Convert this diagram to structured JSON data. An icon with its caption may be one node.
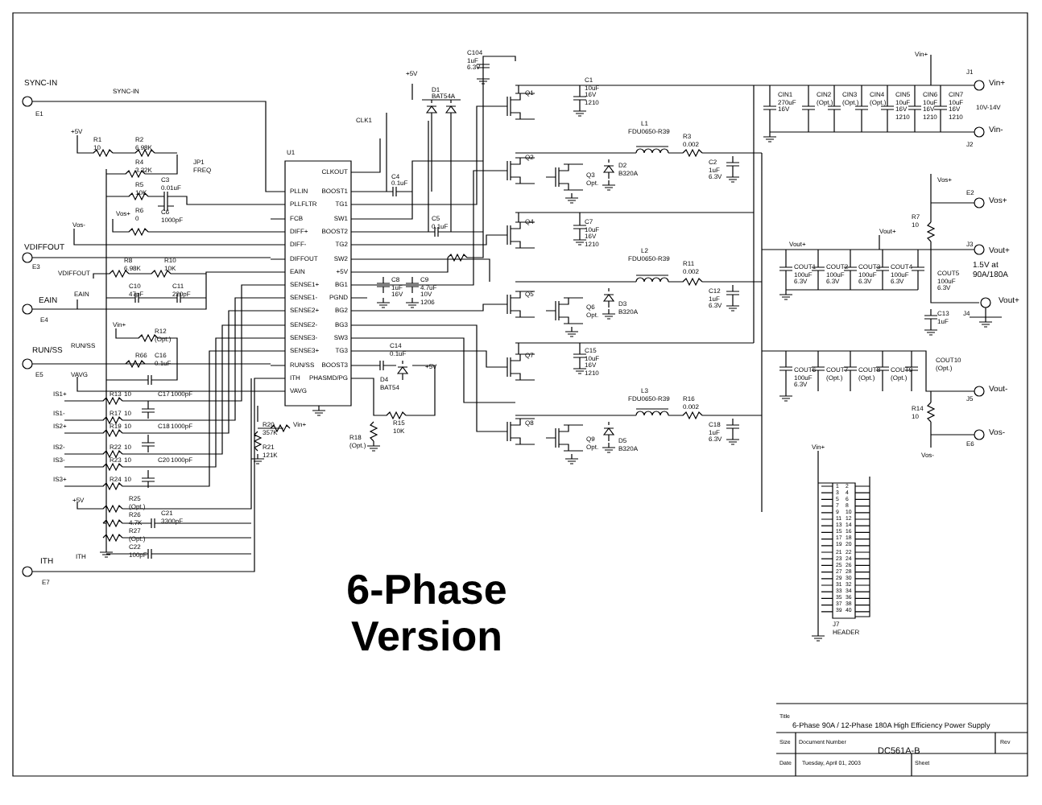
{
  "diagram": {
    "labels": [
      "SYNC-IN",
      "E1",
      "SYNC-IN",
      "+5V",
      "R1",
      "10",
      "R2",
      "6.98K",
      "R4",
      "3.32K",
      "JP1",
      "FREQ",
      "R5",
      "10K",
      "C3",
      "0.01uF",
      "C6",
      "1000pF",
      "R6",
      "0",
      "Vos+",
      "Vos-",
      "VDIFFOUT",
      "E3",
      "VDIFFOUT",
      "R8",
      "6.98K",
      "R10",
      "10K",
      "C10",
      "47pF",
      "C11",
      "220pF",
      "EAIN",
      "E4",
      "EAIN",
      "Vin+",
      "R12",
      "(Opt.)",
      "RUN/SS",
      "E5",
      "RUN/SS",
      "R66",
      "C16",
      "0.1uF",
      "VAVG",
      "IS1+",
      "R13",
      "10",
      "C17",
      "1000pF",
      "IS1-",
      "R17",
      "10",
      "IS2+",
      "R19",
      "10",
      "C18",
      "1000pF",
      "IS2-",
      "R22",
      "10",
      "IS3-",
      "R23",
      "10",
      "C20",
      "1000pF",
      "IS3+",
      "R24",
      "10",
      "+5V",
      "R25",
      "(Opt.)",
      "R26",
      "4.7K",
      "R27",
      "(Opt.)",
      "C21",
      "3300pF",
      "C22",
      "100pF",
      "ITH",
      "E7",
      "ITH",
      "U1",
      "PLLIN",
      "PLLFLTR",
      "FCB",
      "DIFF+",
      "DIFF-",
      "DIFFOUT",
      "EAIN",
      "SENSE1+",
      "SENSE1-",
      "SENSE2+",
      "SENSE2-",
      "SENSE3-",
      "SENSE3+",
      "RUN/SS",
      "ITH",
      "VAVG",
      "CLKOUT",
      "BOOST1",
      "TG1",
      "SW1",
      "BOOST2",
      "TG2",
      "SW2",
      "+5V",
      "BG1",
      "PGND",
      "BG2",
      "BG3",
      "SW3",
      "TG3",
      "BOOST3",
      "PHASMD/PG",
      "CLK1",
      "C4",
      "0.1uF",
      "C5",
      "0.1uF",
      "C8",
      "1uF",
      "16V",
      "C9",
      "4.7uF",
      "10V",
      "1206",
      "C104",
      "1uF",
      "6.3V",
      "+5V",
      "D1",
      "BAT54A",
      "C14",
      "0.1uF",
      "D4",
      "BAT54",
      "+5V",
      "R15",
      "10K",
      "R18",
      "(Opt.)",
      "R20",
      "357K",
      "Vin+",
      "R21",
      "121K",
      "Q1",
      "Q2",
      "Q3",
      "Opt.",
      "Q4",
      "Q5",
      "Q6",
      "Opt.",
      "Q7",
      "Q8",
      "Q9",
      "Opt.",
      "C1",
      "10uF",
      "16V",
      "1210",
      "C7",
      "10uF",
      "16V",
      "1210",
      "C15",
      "10uF",
      "16V",
      "1210",
      "L1",
      "FDU0650-R39",
      "L2",
      "FDU0650-R39",
      "L3",
      "FDU0650-R39",
      "D2",
      "B320A",
      "D3",
      "B320A",
      "D5",
      "B320A",
      "R3",
      "0.002",
      "C2",
      "1uF",
      "6.3V",
      "R11",
      "0.002",
      "C12",
      "1uF",
      "6.3V",
      "R16",
      "0.002",
      "C18",
      "1uF",
      "6.3V",
      "Vin+",
      "J1",
      "Vin+",
      "J2",
      "Vin-",
      "10V-14V",
      "CIN1",
      "270uF",
      "16V",
      "CIN2",
      "(Opt.)",
      "CIN3",
      "(Opt.)",
      "CIN4",
      "(Opt.)",
      "CIN5",
      "10uF",
      "16V",
      "1210",
      "CIN6",
      "10uF",
      "16V",
      "1210",
      "CIN7",
      "10uF",
      "16V",
      "1210",
      "Vos+",
      "E2",
      "Vos+",
      "R7",
      "10",
      "Vout+",
      "Vout+",
      "J3",
      "Vout+",
      "1.5V at",
      "90A/180A",
      "COUT1",
      "100uF",
      "6.3V",
      "COUT2",
      "100uF",
      "6.3V",
      "COUT3",
      "100uF",
      "6.3V",
      "COUT4",
      "100uF",
      "6.3V",
      "COUT5",
      "100uF",
      "6.3V",
      "J4",
      "Vout+",
      "C13",
      "1uF",
      "COUT6",
      "100uF",
      "6.3V",
      "COUT7",
      "(Opt.)",
      "COUT8",
      "(Opt.)",
      "COUT9",
      "(Opt.)",
      "COUT10",
      "(Opt.)",
      "Vout-",
      "J5",
      "R14",
      "10",
      "Vos-",
      "E6",
      "Vos-",
      "Vin+",
      "J7",
      "HEADER",
      "Title",
      "6-Phase 90A / 12-Phase 180A High Efficiency Power Supply",
      "Size",
      "Document Number",
      "DC561A-B",
      "Rev",
      "Date",
      "Tuesday, April 01, 2003",
      "Sheet",
      "6-Phase Version",
      "1",
      "2",
      "3",
      "4",
      "5",
      "6",
      "7",
      "8",
      "9",
      "10",
      "11",
      "12",
      "13",
      "14",
      "15",
      "16",
      "17",
      "18",
      "19",
      "20",
      "21",
      "22",
      "23",
      "24",
      "25",
      "26",
      "27",
      "28",
      "29",
      "30",
      "31",
      "32",
      "33",
      "34",
      "35",
      "36",
      "37",
      "38",
      "39",
      "40"
    ]
  }
}
